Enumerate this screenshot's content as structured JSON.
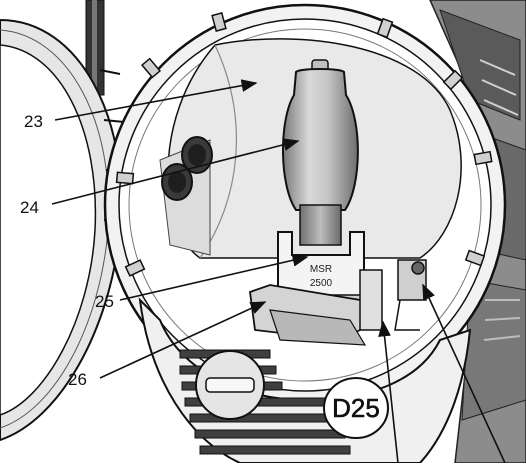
{
  "figure": {
    "callouts": [
      {
        "id": "23",
        "label": "23"
      },
      {
        "id": "24",
        "label": "24"
      },
      {
        "id": "25",
        "label": "25"
      },
      {
        "id": "26",
        "label": "26"
      }
    ],
    "lamp_brand": "MSR",
    "lamp_model": "2500",
    "fixture_badge": "D25"
  },
  "colors": {
    "line": "#1a1a1a",
    "grey_mid": "#9a9a9a",
    "grey_light": "#d6d6d6",
    "grey_dark": "#4a4a4a",
    "background": "#ffffff"
  }
}
